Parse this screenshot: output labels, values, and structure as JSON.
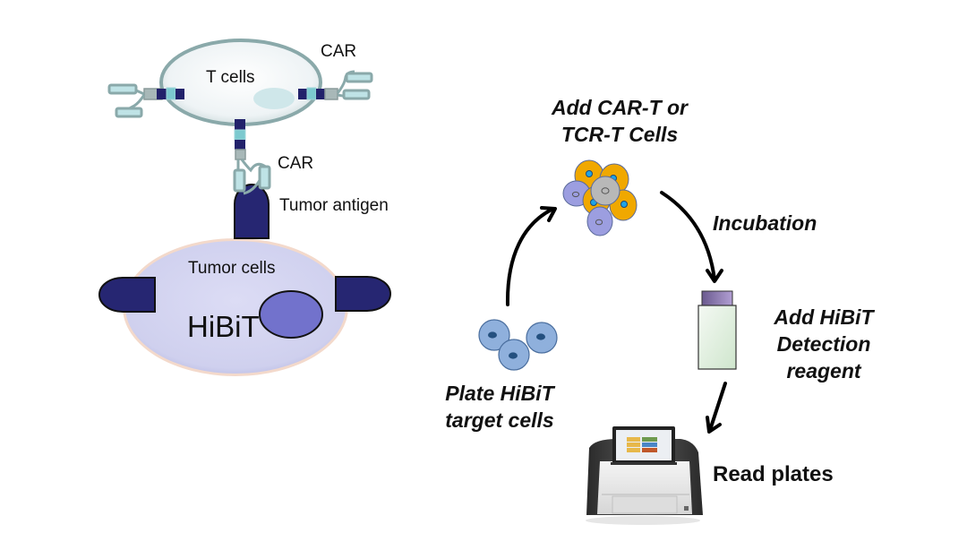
{
  "diagram": {
    "title": "CAR-T / TCR-T killing assay with HiBiT target cells",
    "mechanism": {
      "t_cell_label": "T cells",
      "car_label_top": "CAR",
      "car_label_bottom": "CAR",
      "tumor_antigen_label": "Tumor antigen",
      "tumor_cell_label": "Tumor cells",
      "hibit_label": "HiBiT"
    },
    "workflow": {
      "steps": [
        {
          "id": "plate",
          "line1": "Plate HiBiT",
          "line2": "target cells",
          "icon": "hibit-target-cells-icon"
        },
        {
          "id": "add_effector",
          "line1": "Add CAR-T or",
          "line2": "TCR-T Cells",
          "icon": "effector-cell-cluster-icon"
        },
        {
          "id": "incubation",
          "line1": "Incubation",
          "icon": "curved-arrow-icon"
        },
        {
          "id": "add_reagent",
          "line1": "Add HiBiT",
          "line2": "Detection",
          "line3": "reagent",
          "icon": "reagent-bottle-icon"
        },
        {
          "id": "read",
          "line1": "Read plates",
          "icon": "plate-reader-icon"
        }
      ]
    },
    "colors": {
      "t_cell_fill": "#eef3f5",
      "t_cell_stroke": "#8aa9aa",
      "car_dark": "#22226b",
      "car_light": "#7cc9cf",
      "car_domain": "#bfe3e6",
      "tumor_cell_fill": "#cfd0ee",
      "tumor_cell_edge": "#f2d6c8",
      "antigen": "#262672",
      "hibit_nucleus": "#7272cc",
      "target_cell": "#8fb0dc",
      "target_nucleus": "#24507f",
      "orange_cell": "#f0a800",
      "purple_cell": "#9c9ee0",
      "grey_cell": "#b8b8b8",
      "cell_dot": "#1ea4e6",
      "bottle_cap": "#8a76aa",
      "bottle_body": "#e4f1e3"
    }
  }
}
